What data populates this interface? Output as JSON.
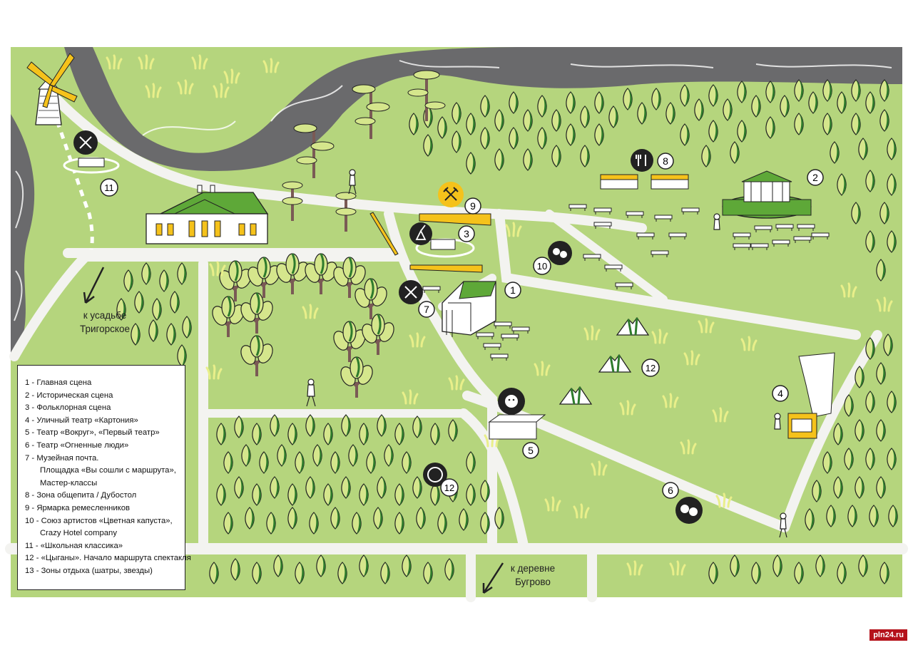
{
  "colors": {
    "grass": "#b5d57d",
    "path": "#f3f3f0",
    "water": "#6a6a6c",
    "tree_light": "#d5e68c",
    "tree_dark": "#2e7b2c",
    "accent": "#f5c21b",
    "stroke": "#222222"
  },
  "markers": [
    {
      "num": "1",
      "icon": "stage-icon"
    },
    {
      "num": "2",
      "icon": "gazebo-icon"
    },
    {
      "num": "3",
      "icon": "balalaika-icon"
    },
    {
      "num": "4",
      "icon": "book-icon"
    },
    {
      "num": "5",
      "icon": "face-icon"
    },
    {
      "num": "6",
      "icon": "masks-icon"
    },
    {
      "num": "7",
      "icon": "tools-icon"
    },
    {
      "num": "8",
      "icon": "fork-knife-icon"
    },
    {
      "num": "9",
      "icon": "hammers-icon"
    },
    {
      "num": "10",
      "icon": "masks-icon"
    },
    {
      "num": "11",
      "icon": "ribbon-icon"
    },
    {
      "num": "12",
      "icon": "tambourine-icon"
    }
  ],
  "legend": [
    "1 - Главная сцена",
    "2 - Историческая сцена",
    "3 - Фольклорная сцена",
    "4 - Уличный театр «Картония»",
    "5 - Театр «Вокруг», «Первый театр»",
    "6 - Театр «Огненные люди»",
    "7 - Музейная почта.",
    "Площадка «Вы сошли с маршрута»,",
    "Мастер-классы",
    "8 - Зона общепита / Дубостол",
    "9 - Ярмарка ремесленников",
    "10 - Союз артистов «Цветная капуста»,",
    "Crazy Hotel company",
    "11 - «Школьная классика»",
    "12 - «Цыганы». Начало маршрута спектакля",
    "13 - Зоны отдыха (шатры, звезды)"
  ],
  "directions": {
    "trigorskoe": [
      "к усадьбе",
      "Тригорское"
    ],
    "bugrovo": [
      "к деревне",
      "Бугрово"
    ]
  },
  "watermark": "pln24.ru"
}
